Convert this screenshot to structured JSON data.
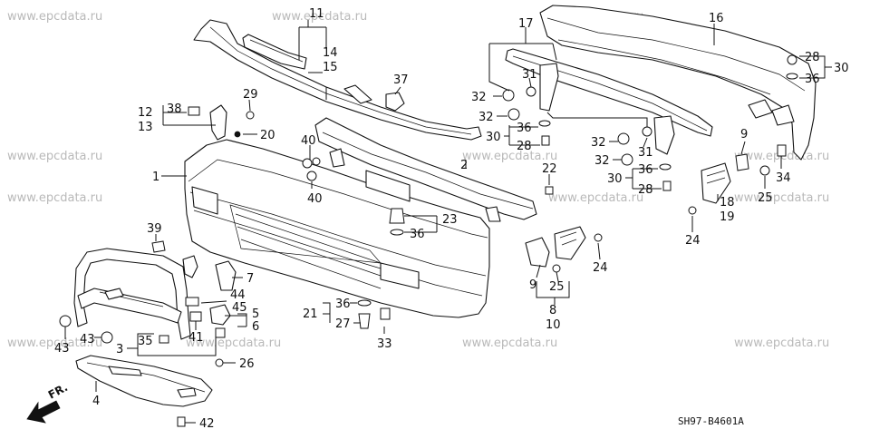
{
  "watermark": "www.epcdata.ru",
  "diagram_code": "SH97-B4601A",
  "direction_label": "FR.",
  "callouts": {
    "c1": "1",
    "c2": "2",
    "c3": "3",
    "c4": "4",
    "c5": "5",
    "c6": "6",
    "c7": "7",
    "c8": "8",
    "c9a": "9",
    "c9b": "9",
    "c10": "10",
    "c11": "11",
    "c12": "12",
    "c13": "13",
    "c14": "14",
    "c15": "15",
    "c16": "16",
    "c17": "17",
    "c18": "18",
    "c19": "19",
    "c20": "20",
    "c21": "21",
    "c22": "22",
    "c23": "23",
    "c24a": "24",
    "c24b": "24",
    "c25a": "25",
    "c25b": "25",
    "c26": "26",
    "c27": "27",
    "c28a": "28",
    "c28b": "28",
    "c28c": "28",
    "c29": "29",
    "c30a": "30",
    "c30b": "30",
    "c30c": "30",
    "c31a": "31",
    "c31b": "31",
    "c32a": "32",
    "c32b": "32",
    "c32c": "32",
    "c32d": "32",
    "c33": "33",
    "c34": "34",
    "c35": "35",
    "c36a": "36",
    "c36b": "36",
    "c36c": "36",
    "c36d": "36",
    "c36e": "36",
    "c37": "37",
    "c38": "38",
    "c39": "39",
    "c40a": "40",
    "c40b": "40",
    "c41": "41",
    "c42": "42",
    "c43a": "43",
    "c43b": "43",
    "c44": "44",
    "c45": "45"
  }
}
